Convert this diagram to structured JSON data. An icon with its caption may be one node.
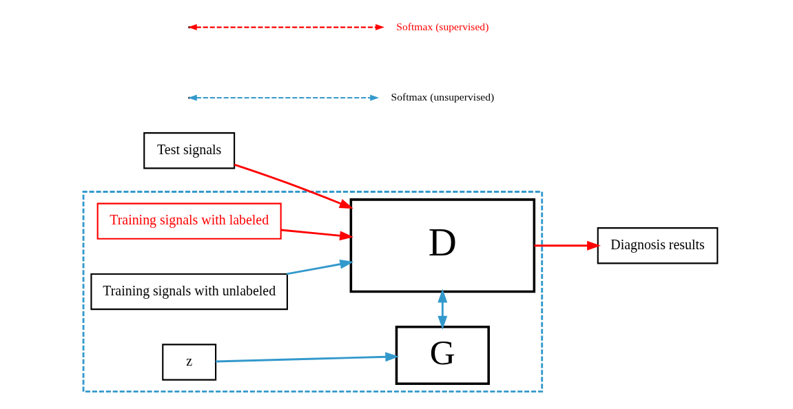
{
  "diagram": {
    "nodes": [
      {
        "text": [
          "Test signals"
        ]
      },
      {
        "text": [],
        "shape": "box"
      },
      {
        "text": [
          "Training signals with labeled"
        ],
        "in": 1
      },
      {
        "text": [
          "D"
        ],
        "in": 1
      },
      {
        "text": [
          "Diagnosis results"
        ]
      },
      {
        "text": [
          "Training signals with unlabeled"
        ],
        "in": 1
      },
      {
        "text": [
          "z"
        ],
        "in": 1
      },
      {
        "text": [
          "G"
        ],
        "in": 1
      }
    ],
    "edges": [
      {
        "from": 0,
        "to": 3,
        "arrow": "to",
        "color": "#ff0000"
      },
      {
        "from": 2,
        "to": 3,
        "arrow": "to",
        "color": "#ff0000"
      },
      {
        "from": 5,
        "to": 3,
        "arrow": "to",
        "color": "#3399cc"
      },
      {
        "from": 3,
        "to": 4,
        "arrow": "to",
        "color": "#ff0000"
      },
      {
        "from": 3,
        "to": 7,
        "arrow": "both",
        "color": "#3399cc"
      },
      {
        "from": 6,
        "to": 7,
        "arrow": "to",
        "color": "#3399cc"
      }
    ],
    "legend": [
      {
        "text": "Softmax (supervised)"
      },
      {
        "text": "Softmax (unsupervised)"
      }
    ]
  }
}
